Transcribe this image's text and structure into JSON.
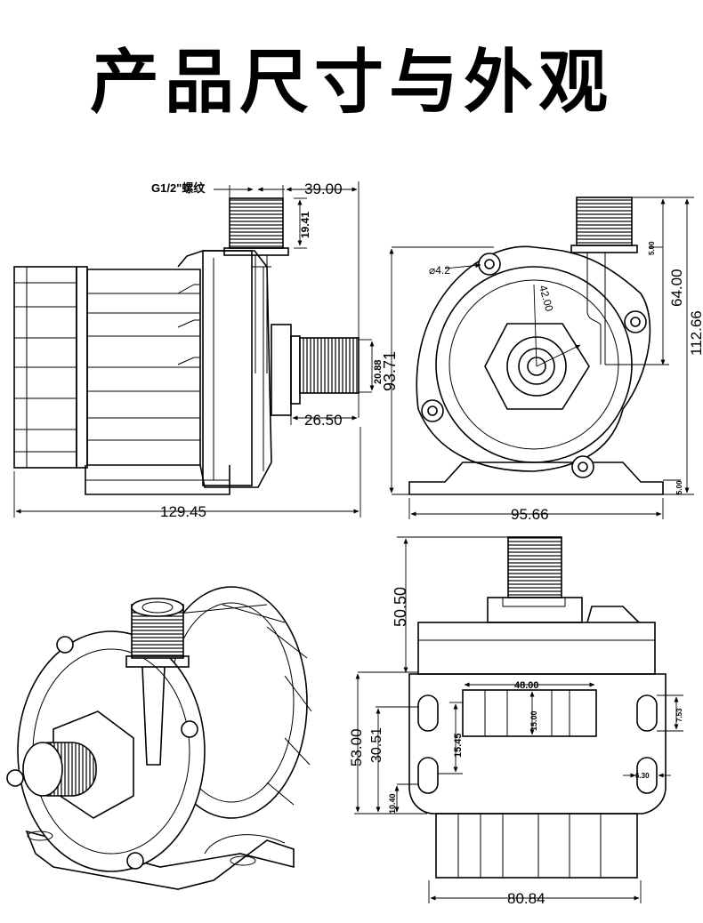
{
  "title": "产品尺寸与外观",
  "dimensions": {
    "thread_label": "G1/2\"螺纹",
    "outlet_offset": "39.00",
    "outlet_thread_len": "19.41",
    "inlet_dia": "20.88",
    "inlet_len": "26.50",
    "total_length": "129.45",
    "hole_dia": "⌀4.2",
    "radius": "42.00",
    "front_height": "93.71",
    "outlet_height": "64.00",
    "total_height": "112.66",
    "outlet_step": "5.00",
    "base_step": "5.00",
    "front_width": "95.66",
    "top_height": "50.50",
    "base_height": "53.00",
    "base_inner": "30.51",
    "slot_spacing": "48.00",
    "slot_gap": "15.45",
    "slot_inner": "15.00",
    "slot_len": "7.53",
    "slot_width": "6.30",
    "base_offset": "10.40",
    "bottom_width": "80.84"
  }
}
